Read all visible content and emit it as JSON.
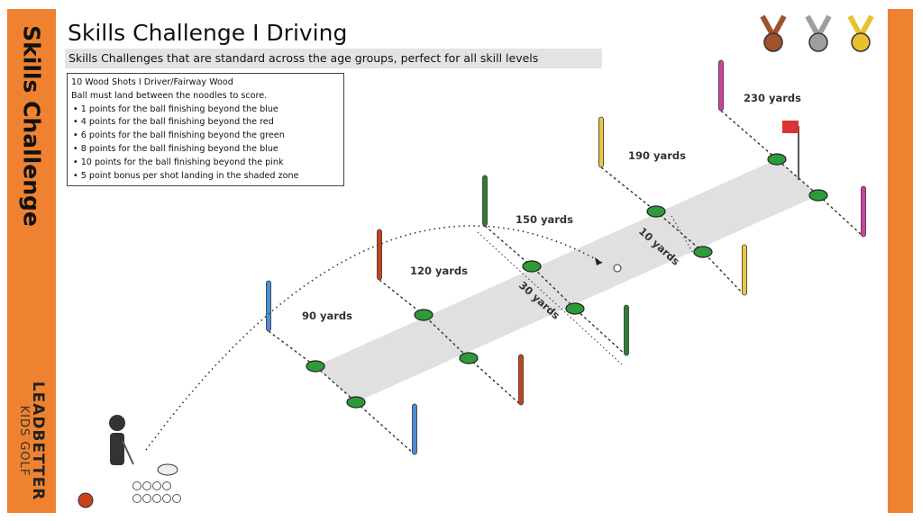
{
  "side_title": "Skills Challenge",
  "brand": {
    "line1": "LEADBETTER",
    "line2": "KIDS GOLF"
  },
  "title": "Skills Challenge I Driving",
  "subtitle": "Skills Challenges that are standard across the age groups, perfect for all skill levels",
  "rules": {
    "heading": "10 Wood Shots I Driver/Fairway Wood",
    "intro": "Ball must land between the noodles to score.",
    "items": [
      "1 points for the ball finishing beyond the blue",
      "4 points for the ball finishing beyond the red",
      "6 points for the ball finishing beyond the green",
      "8 points for the ball finishing beyond the blue",
      "10 points for the ball finishing beyond the pink",
      "5 point bonus per shot landing in the shaded zone"
    ]
  },
  "distances": [
    "90 yards",
    "120 yards",
    "150 yards",
    "190 yards",
    "230 yards"
  ],
  "zone_length": "30 yards",
  "zone_width": "10 yards",
  "colors": {
    "orange": "#ef8230",
    "blue": "#4a8fd6",
    "red": "#c8421e",
    "green": "#2e7d32",
    "yellow": "#e8c840",
    "pink": "#d040a0",
    "zone": "#e0e0e0"
  }
}
